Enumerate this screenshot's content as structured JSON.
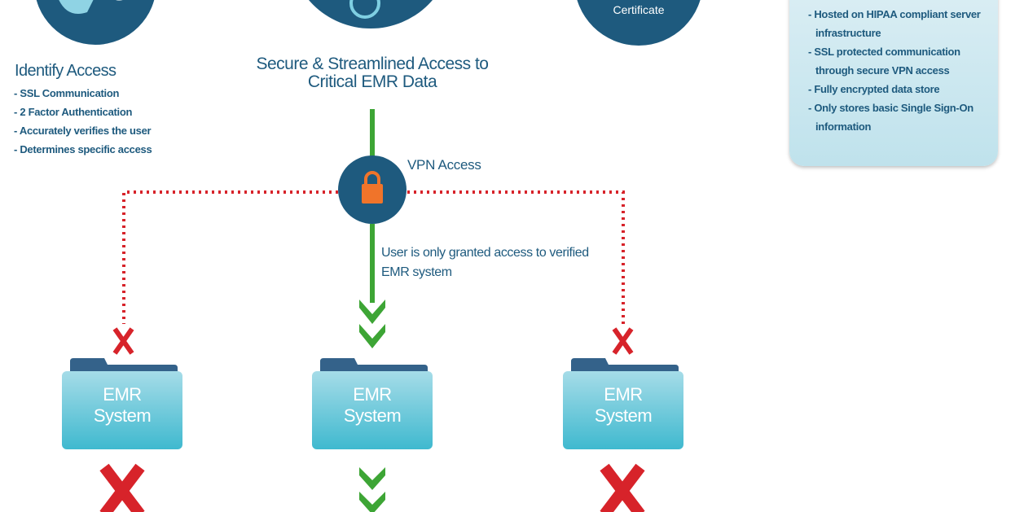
{
  "identify": {
    "title": "Identify Access",
    "items": [
      "SSL Communication",
      "2 Factor Authentication",
      "Accurately verifies the user",
      "Determines specific access"
    ]
  },
  "secure": {
    "title_line1": "Secure & Streamlined Access to",
    "title_line2": "Critical EMR Data"
  },
  "certificate": {
    "label": "Certificate"
  },
  "hosting": {
    "items": [
      "Hosted on HIPAA compliant server infrastructure",
      "SSL protected communication through secure VPN access",
      "Fully encrypted data store",
      "Only stores basic Single Sign-On information"
    ]
  },
  "vpn": {
    "label": "VPN Access"
  },
  "granted": {
    "line1": "User is only granted access to verified",
    "line2": "EMR system"
  },
  "folders": [
    {
      "line1": "EMR",
      "line2": "System",
      "status": "denied"
    },
    {
      "line1": "EMR",
      "line2": "System",
      "status": "granted"
    },
    {
      "line1": "EMR",
      "line2": "System",
      "status": "denied"
    }
  ],
  "colors": {
    "navy": "#1e5a7e",
    "green": "#3da535",
    "red": "#d7232a",
    "orange": "#f0742a",
    "folder_light": "#9fd9e6",
    "folder_dark": "#4bbdd2"
  },
  "icons": [
    "people-icon",
    "key-ring-icon",
    "certificate-badge-icon",
    "padlock-icon",
    "folder-icon",
    "red-x-icon",
    "green-chevron-icon"
  ]
}
